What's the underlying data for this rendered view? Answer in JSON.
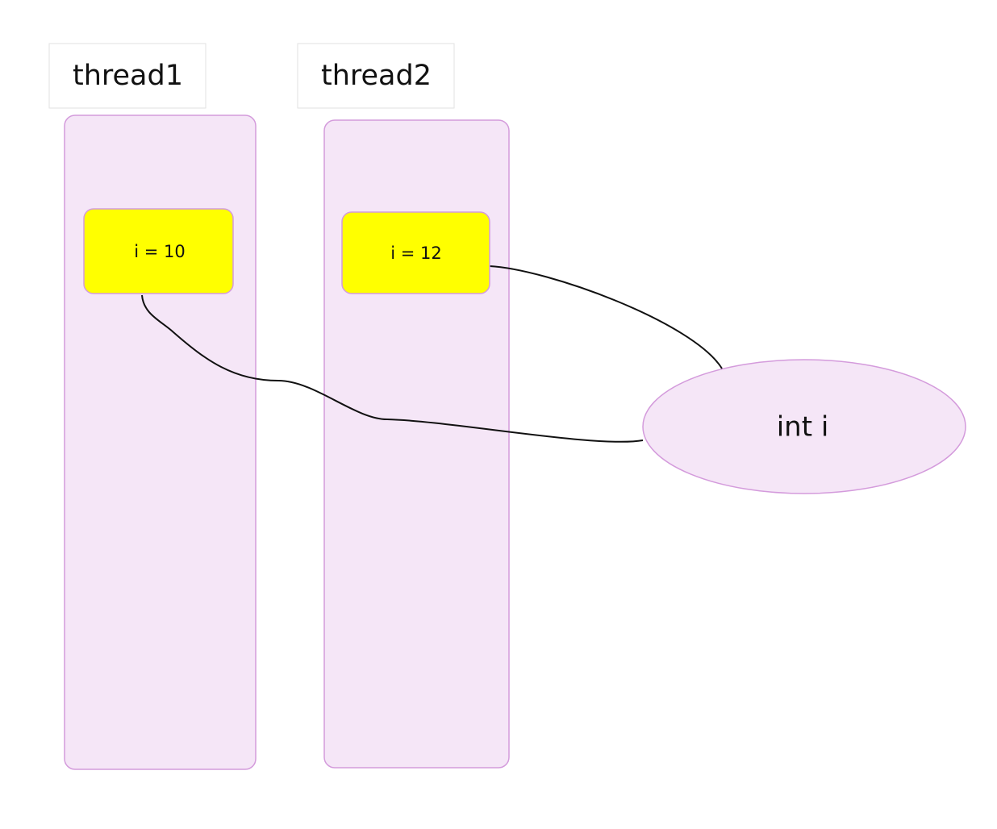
{
  "threads": [
    {
      "label": "thread1",
      "local_var": "i = 10"
    },
    {
      "label": "thread2",
      "local_var": "i = 12"
    }
  ],
  "shared": {
    "label": "int i"
  },
  "colors": {
    "lane_fill": "#f5e6f7",
    "lane_border": "#d49bdc",
    "local_var_fill": "#ffff00",
    "connector": "#111111"
  }
}
